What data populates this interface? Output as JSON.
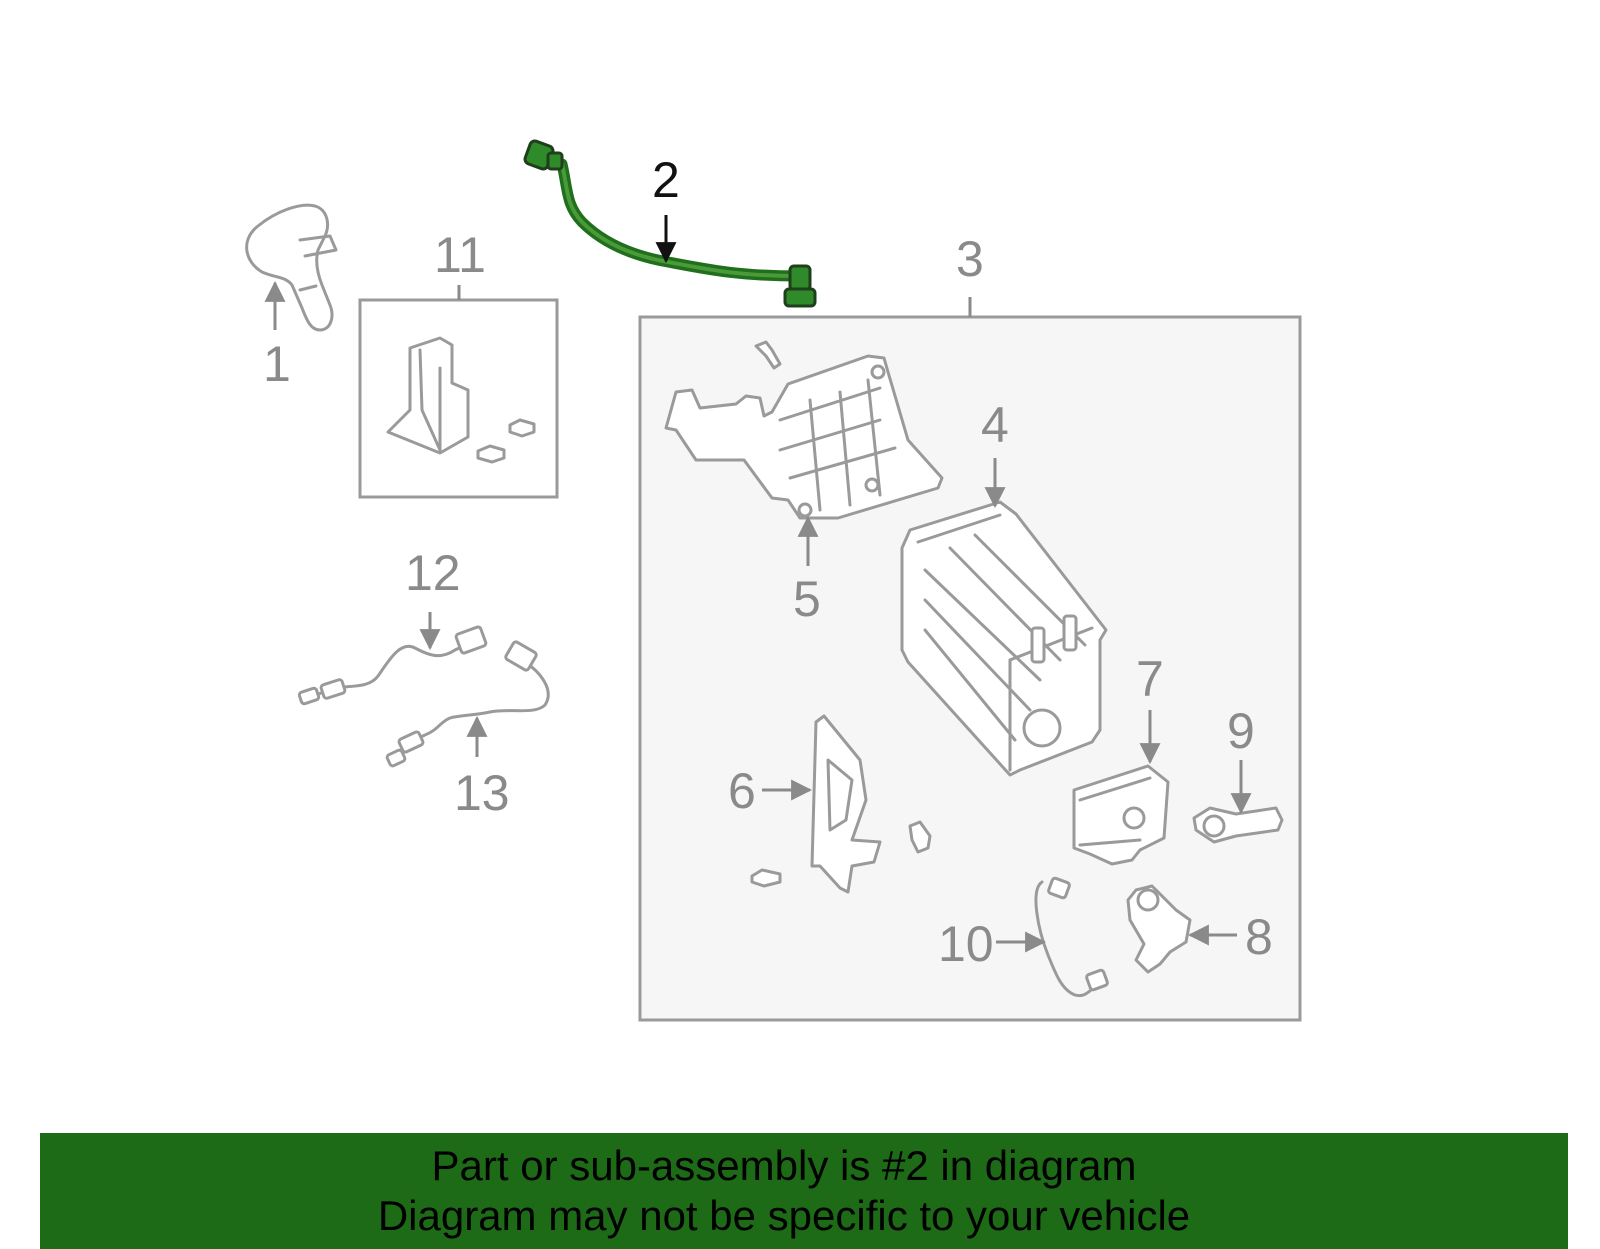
{
  "diagram": {
    "highlighted_part": "2",
    "callouts": {
      "c1": "1",
      "c2": "2",
      "c3": "3",
      "c4": "4",
      "c5": "5",
      "c6": "6",
      "c7": "7",
      "c8": "8",
      "c9": "9",
      "c10": "10",
      "c11": "11",
      "c12": "12",
      "c13": "13"
    },
    "colors": {
      "highlight": "#1f6f1c",
      "banner": "#1d6b16",
      "line": "#9a9a9a",
      "panel": "#f6f6f6"
    }
  },
  "banner": {
    "line1": "Part or sub-assembly is #2 in diagram",
    "line2": "Diagram may not be specific to your vehicle"
  }
}
